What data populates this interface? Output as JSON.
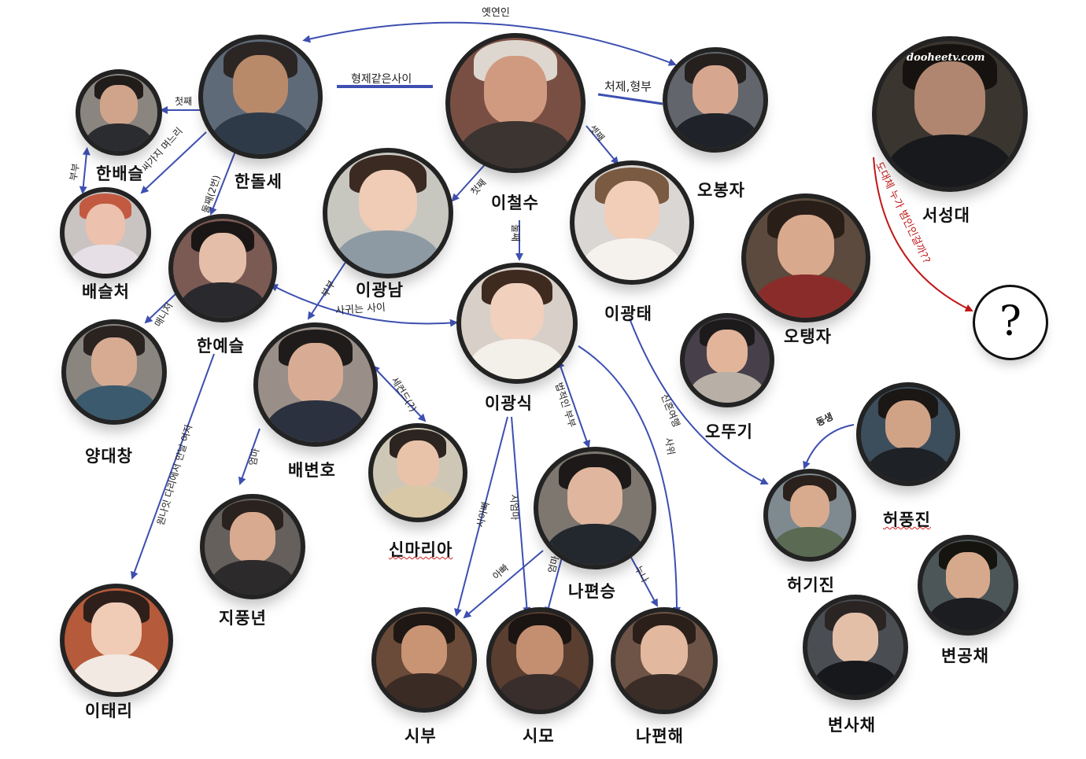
{
  "watermark": "dooheetv.com",
  "colors": {
    "line": "#3d4fb0",
    "border": "#232323",
    "accent_red": "#d42020"
  },
  "people": {
    "han_dolse": "한돌세",
    "lee_cheolsu": "이철수",
    "oh_bongja": "오봉자",
    "seo_seongdae": "서성대",
    "han_baeseul": "한배슬",
    "bae_seulcheo": "배슬처",
    "lee_gwangnam": "이광남",
    "lee_gwangtae": "이광태",
    "oh_taengja": "오탱자",
    "han_yeseul": "한예슬",
    "lee_gwangsik": "이광식",
    "oh_ddugi": "오뚜기",
    "yang_daechang": "양대창",
    "bae_byeonho": "배변호",
    "shin_maria": "신마리아",
    "na_pyeonseung": "나편승",
    "heo_pungjin": "허풍진",
    "heo_gijin": "허기진",
    "ji_pungnyeon": "지풍년",
    "byeon_gongchae": "변공채",
    "lee_taeri": "이태리",
    "sibu": "시부",
    "simo": "시모",
    "na_pyeonhae": "나편해",
    "byeon_sachae": "변사채",
    "unknown": "?"
  },
  "relations": {
    "old_lover": "옛연인",
    "like_brothers": "형제같은사이",
    "in_law": "처제,형부",
    "first_son_1": "첫째",
    "son_in_law": "씨가지 며느리",
    "couple_1": "부부",
    "second_son": "둘째(2번)",
    "first_daughter": "첫째",
    "third_child": "셋째",
    "second_child": "둘째",
    "couple_2": "부부",
    "dating": "사귀는 사이",
    "manager": "매니저",
    "second_marriage": "세컨드(?)",
    "legal_couple": "법적인 부부",
    "mother_1": "엄마",
    "affair": "원나잇 다리에서 만날 여자",
    "husband_sister": "시아빠",
    "mother_in_law": "시엄마",
    "son_in_law_2": "사위",
    "father": "아빠",
    "mother_2": "엄마",
    "older_sister": "누나",
    "newlyweds": "신혼여행",
    "younger_brother": "동생",
    "mystery": "도대체 누가 범인인걸까??"
  }
}
